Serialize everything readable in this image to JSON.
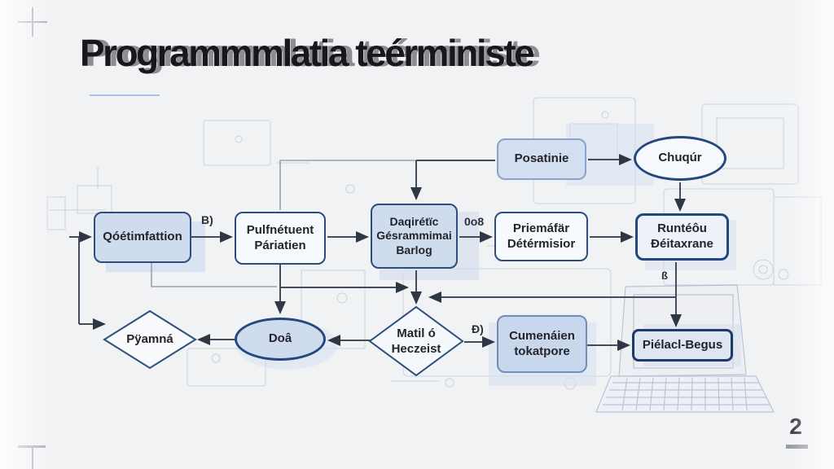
{
  "slide": {
    "title": "Programmmlatia teérministe",
    "page_number": "2"
  },
  "flowchart": {
    "nodes": {
      "box1": "Qóétimfattion",
      "box2": "Pulfnétuent\nPáriatien",
      "box3": "Daqirétïc\nGésrammimai\nBarlog",
      "box4": "Priemáfär\nDétérmisior",
      "box5": "Runtéôu\nĐéitaxrane",
      "posatinie": "Posatinie",
      "chuqur": "Chuqúr",
      "pyama": "Pÿamná",
      "doa": "Doâ",
      "matil": "Matil ó\nHeczeist",
      "cumenaien": "Cumenáien\ntokatpore",
      "pielacl": "Piélacl-Begus"
    },
    "edge_labels": {
      "b": "B)",
      "noe": "0o8",
      "d": "Đ)",
      "ss": "ß"
    }
  },
  "colors": {
    "node_border": "#2e4d7d",
    "node_fill_blue": "#cfdcee",
    "node_fill_light": "#f6f9fd",
    "arrow": "#434c5c",
    "accent_underline": "#a9c2e2",
    "background": "#f1f2f4"
  }
}
